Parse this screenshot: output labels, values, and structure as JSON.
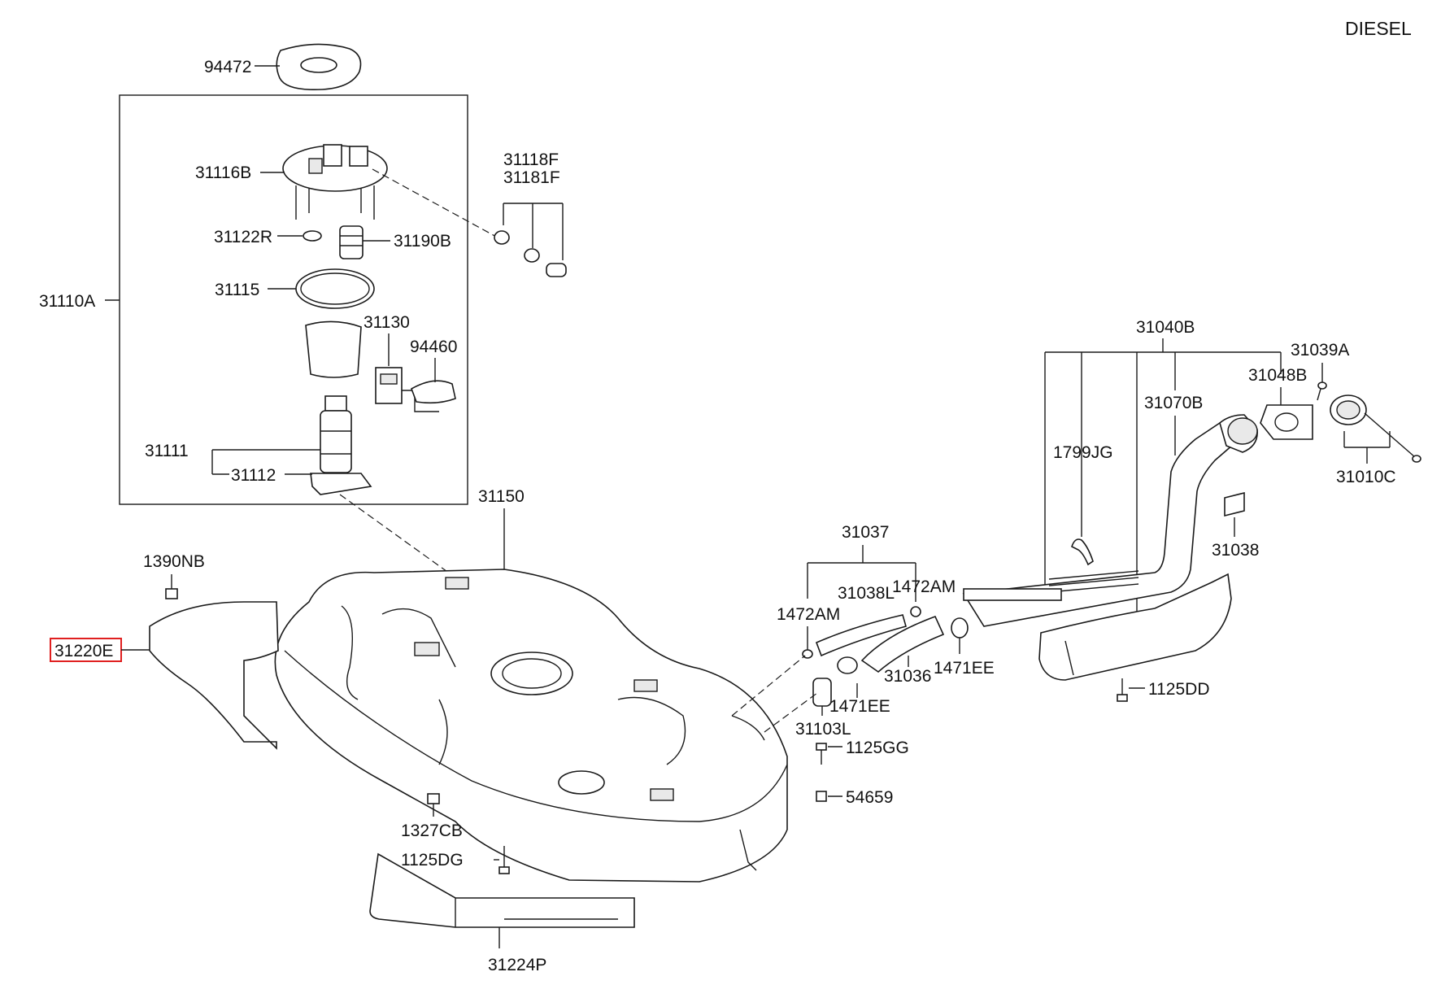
{
  "variant_label": "DIESEL",
  "highlight_color": "#e02020",
  "parts": {
    "p94472": "94472",
    "p31116B": "31116B",
    "p31118F": "31118F",
    "p31181F": "31181F",
    "p31122R": "31122R",
    "p31190B": "31190B",
    "p31110A": "31110A",
    "p31115": "31115",
    "p31130": "31130",
    "p94460": "94460",
    "p31111": "31111",
    "p31112": "31112",
    "p31150": "31150",
    "p1390NB": "1390NB",
    "p31220E": "31220E",
    "p1327CB": "1327CB",
    "p1125DG": "1125DG",
    "p31224P": "31224P",
    "p31037": "31037",
    "p31038L": "31038L",
    "p1472AM_a": "1472AM",
    "p1472AM_b": "1472AM",
    "p31036": "31036",
    "p1471EE_a": "1471EE",
    "p1471EE_b": "1471EE",
    "p31103L": "31103L",
    "p1125GG": "1125GG",
    "p54659": "54659",
    "p31040B": "31040B",
    "p31039A": "31039A",
    "p31048B": "31048B",
    "p31070B": "31070B",
    "p1799JG": "1799JG",
    "p31010C": "31010C",
    "p31038": "31038",
    "p1125DD": "1125DD"
  }
}
